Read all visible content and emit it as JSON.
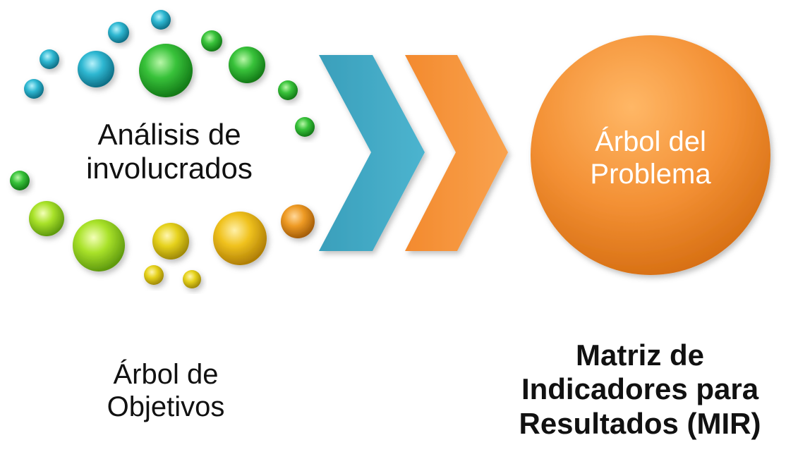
{
  "colors": {
    "teal": "#29b1c9",
    "green": "#3cc83c",
    "lime": "#b5e61d",
    "yellow": "#e8d01a",
    "orange": "#f59a2a",
    "chevron_blue": "#4bafc9",
    "chevron_orange": "#f7963e",
    "circle_orange": "#f39034"
  },
  "nodes": {
    "analisis": {
      "line1": "Análisis de",
      "line2": "involucrados"
    },
    "problema": {
      "line1": "Árbol del",
      "line2": "Problema"
    },
    "objetivos": {
      "line1": "Árbol de",
      "line2": "Objetivos"
    },
    "mir": {
      "line1": "Matriz de",
      "line2": "Indicadores para",
      "line3": "Resultados (MIR)"
    }
  }
}
